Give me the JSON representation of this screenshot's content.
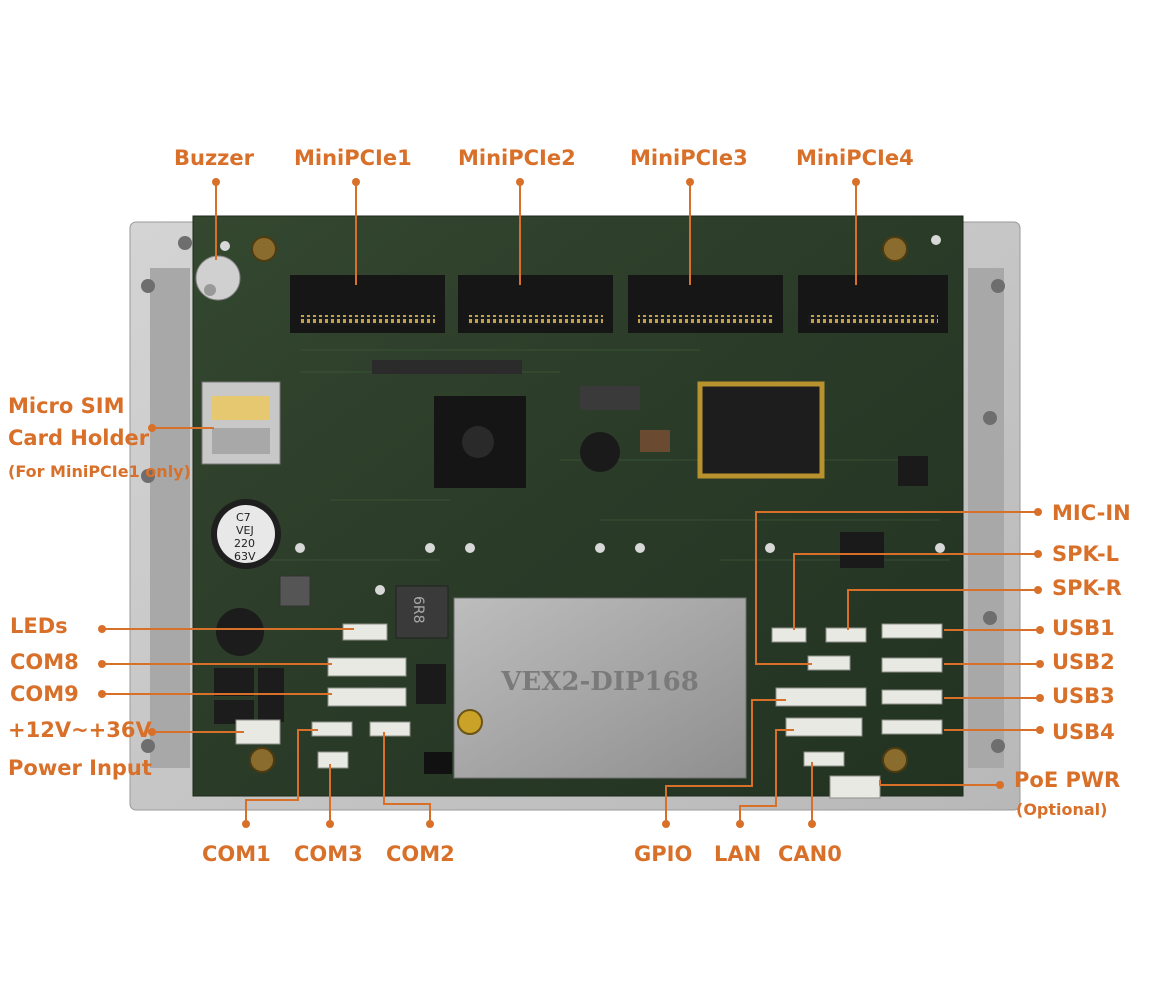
{
  "labels": {
    "buzzer": "Buzzer",
    "minipcie1": "MiniPCIe1",
    "minipcie2": "MiniPCIe2",
    "minipcie3": "MiniPCIe3",
    "minipcie4": "MiniPCIe4",
    "micro_sim_line1": "Micro SIM",
    "micro_sim_line2": "Card Holder",
    "micro_sim_note": "(For MiniPCIe1 only)",
    "leds": "LEDs",
    "com8": "COM8",
    "com9": "COM9",
    "power_line1": "+12V~+36V",
    "power_line2": "Power Input",
    "com1": "COM1",
    "com3": "COM3",
    "com2": "COM2",
    "gpio": "GPIO",
    "lan": "LAN",
    "can0": "CAN0",
    "mic_in": "MIC-IN",
    "spk_l": "SPK-L",
    "spk_r": "SPK-R",
    "usb1": "USB1",
    "usb2": "USB2",
    "usb3": "USB3",
    "usb4": "USB4",
    "poe_line1": "PoE PWR",
    "poe_line2": "(Optional)"
  },
  "board_text": {
    "module": "VEX2-DIP168",
    "cap": [
      "C7",
      "VEJ",
      "220",
      "63V"
    ],
    "inductor": "6R8"
  },
  "colors": {
    "callout": "#d8702a",
    "pcb": "#2c3e2a",
    "tray": "#c9c9c9",
    "module": "#a9a9a9"
  }
}
